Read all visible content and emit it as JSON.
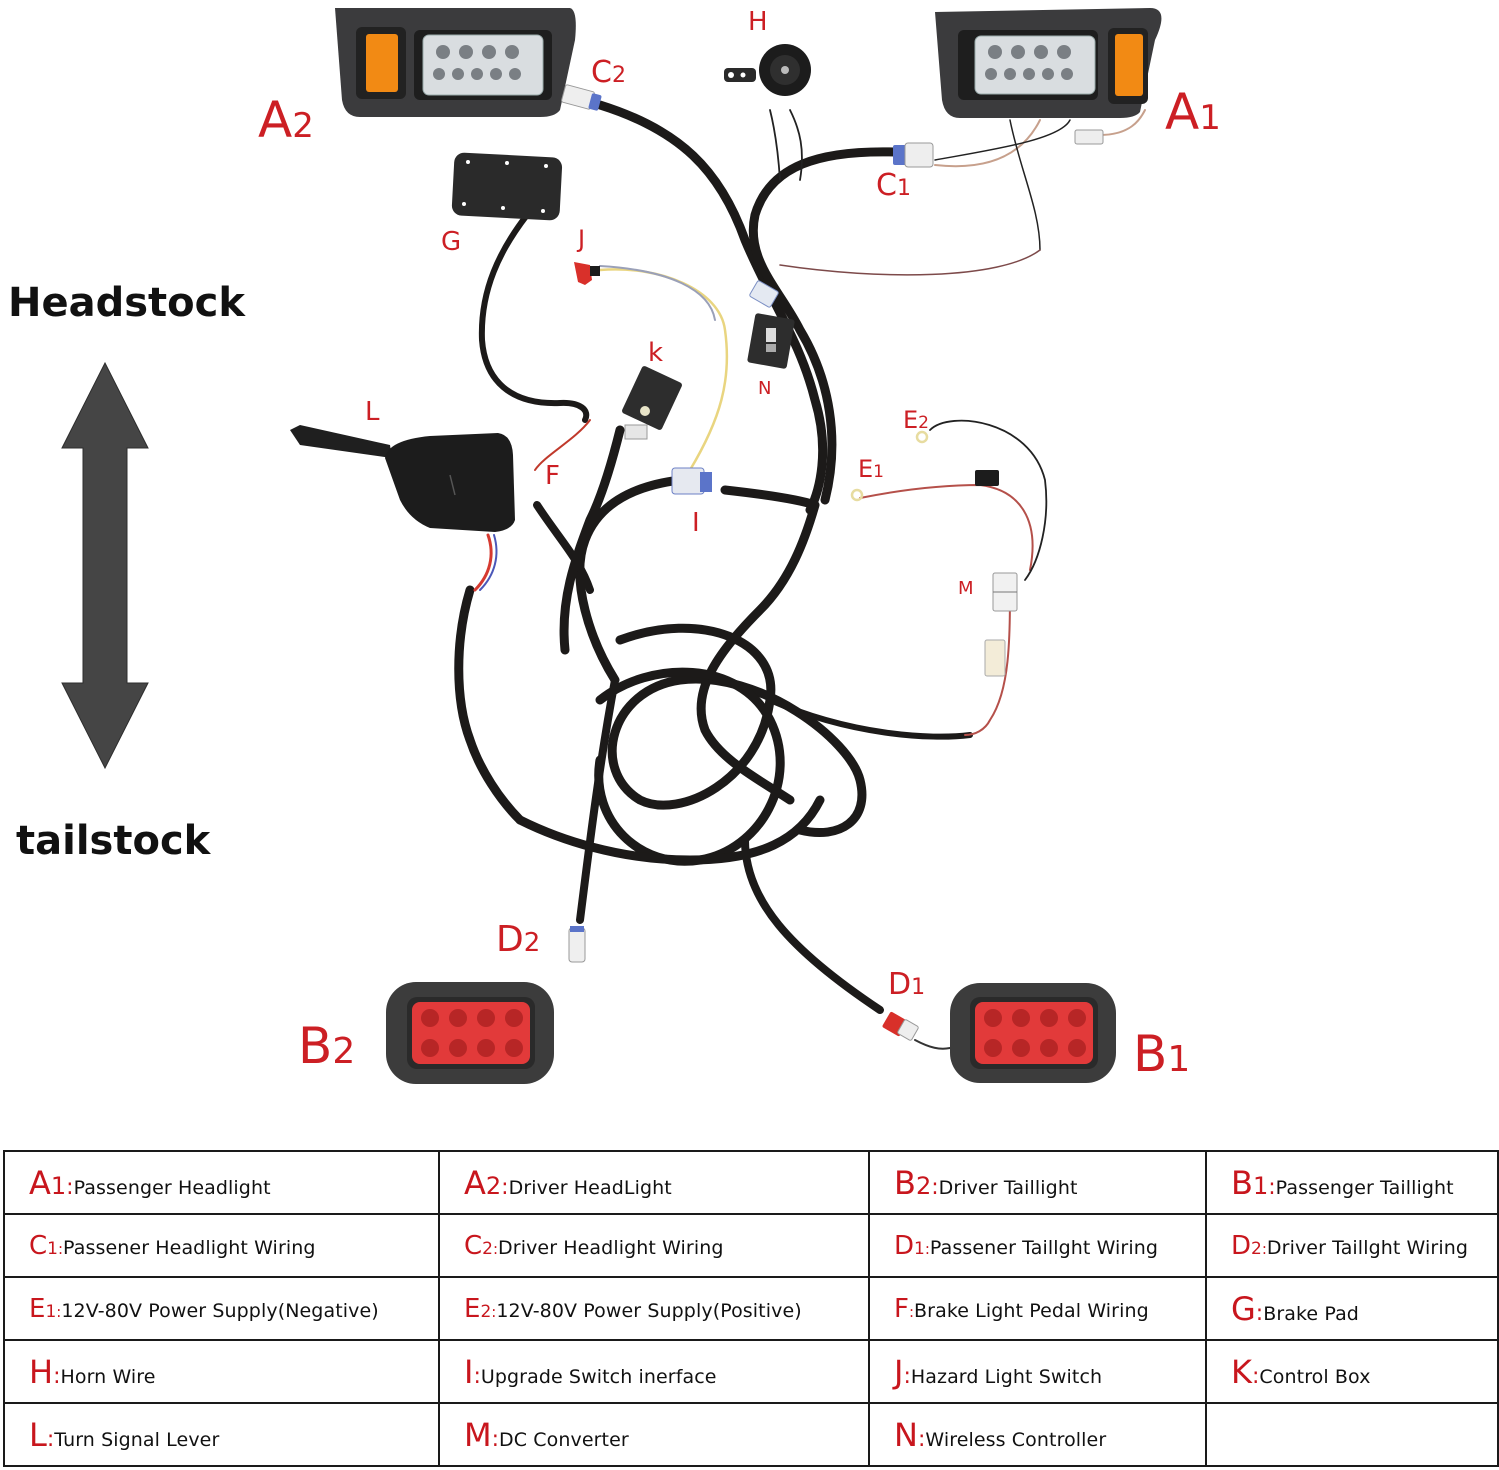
{
  "orientation": {
    "top_label": "Headstock",
    "bottom_label": "tailstock",
    "arrow_color": "#454545"
  },
  "callouts": {
    "A1": "A1",
    "A2": "A2",
    "B1": "B1",
    "B2": "B2",
    "C1": "C1",
    "C2": "C2",
    "D1": "D1",
    "D2": "D2",
    "E1": "E1",
    "E2": "E2",
    "F": "F",
    "G": "G",
    "H": "H",
    "I": "I",
    "J": "J",
    "K": "k",
    "L": "L",
    "M": "M",
    "N": "N"
  },
  "colors": {
    "callout_red": "#cc1f24",
    "amber_lens": "#f28a14",
    "tail_lens": "#e23a3a",
    "housing": "#3b3b3d",
    "wire": "#1c1a19"
  },
  "legend": {
    "rows": [
      [
        {
          "letter": "A",
          "num": "1",
          "sep": ":",
          "desc": "Passenger Headlight",
          "size": "large"
        },
        {
          "letter": "A",
          "num": "2",
          "sep": ":",
          "desc": "Driver HeadLight",
          "size": "large"
        },
        {
          "letter": "B",
          "num": "2",
          "sep": ":",
          "desc": "Driver Taillight",
          "size": "large"
        },
        {
          "letter": "B",
          "num": "1",
          "sep": ":",
          "desc": "Passenger Taillight",
          "size": "large"
        }
      ],
      [
        {
          "letter": "C",
          "num": "1",
          "sep": ":",
          "desc": "Passener Headlight Wiring",
          "size": "small"
        },
        {
          "letter": "C",
          "num": "2",
          "sep": ":",
          "desc": "Driver Headlight Wiring",
          "size": "small"
        },
        {
          "letter": "D",
          "num": "1",
          "sep": ":",
          "desc": "Passener Taillght Wiring",
          "size": "small"
        },
        {
          "letter": "D",
          "num": "2",
          "sep": ":",
          "desc": "Driver Taillght Wiring",
          "size": "small"
        }
      ],
      [
        {
          "letter": "E",
          "num": "1",
          "sep": ":",
          "desc": "12V-80V Power Supply(Negative)",
          "size": "small"
        },
        {
          "letter": "E",
          "num": "2",
          "sep": ":",
          "desc": "12V-80V Power Supply(Positive)",
          "size": "small"
        },
        {
          "letter": "F",
          "num": "",
          "sep": ":",
          "desc": "Brake Light Pedal Wiring",
          "size": "small"
        },
        {
          "letter": "G",
          "num": "",
          "sep": ":",
          "desc": "Brake Pad",
          "size": "large"
        }
      ],
      [
        {
          "letter": "H",
          "num": "",
          "sep": ":",
          "desc": "Horn Wire",
          "size": "large"
        },
        {
          "letter": "I",
          "num": "",
          "sep": ":",
          "desc": "Upgrade Switch inerface",
          "size": "large"
        },
        {
          "letter": "J",
          "num": "",
          "sep": ":",
          "desc": "Hazard Light Switch",
          "size": "large"
        },
        {
          "letter": "K",
          "num": "",
          "sep": ":",
          "desc": "Control Box",
          "size": "large"
        }
      ],
      [
        {
          "letter": "L",
          "num": "",
          "sep": ":",
          "desc": "Turn Signal Lever",
          "size": "large"
        },
        {
          "letter": "M",
          "num": "",
          "sep": ":",
          "desc": "DC Converter",
          "size": "large"
        },
        {
          "letter": "N",
          "num": "",
          "sep": ":",
          "desc": "Wireless Controller",
          "size": "large"
        },
        {
          "letter": "",
          "num": "",
          "sep": "",
          "desc": "",
          "size": "large"
        }
      ]
    ]
  }
}
